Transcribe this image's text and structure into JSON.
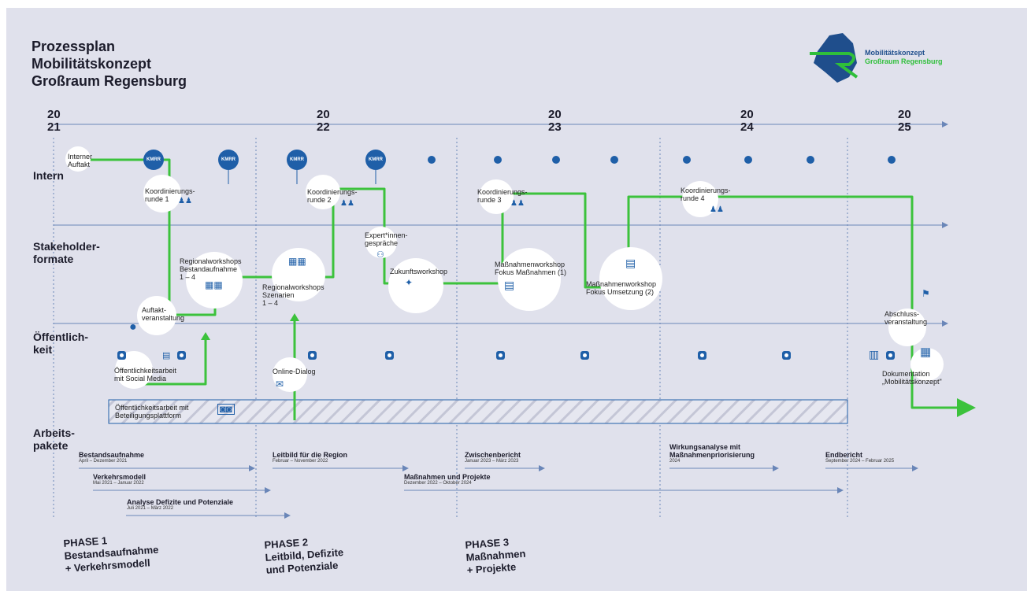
{
  "title": {
    "line1": "Prozessplan",
    "line2": "Mobilitätskonzept",
    "line3": "Großraum Regensburg"
  },
  "logo": {
    "line1": "Mobilitätskonzept",
    "line2": "Großraum Regensburg"
  },
  "years": [
    {
      "a": "20",
      "b": "21"
    },
    {
      "a": "20",
      "b": "22"
    },
    {
      "a": "20",
      "b": "23"
    },
    {
      "a": "20",
      "b": "24"
    },
    {
      "a": "20",
      "b": "25"
    }
  ],
  "lanes": {
    "intern": "Intern",
    "stakeholder1": "Stakeholder-",
    "stakeholder2": "formate",
    "oeffentlich1": "Öffentlich-",
    "oeffentlich2": "keit",
    "arbeit1": "Arbeits-",
    "arbeit2": "pakete"
  },
  "kmrr_label": "KMRR",
  "events": {
    "interner_auftakt_1": "Interner",
    "interner_auftakt_2": "Auftakt",
    "koord1_a": "Koordinierungs-",
    "koord1_b": "runde 1",
    "koord2_a": "Koordinierungs-",
    "koord2_b": "runde 2",
    "koord3_a": "Koordinierungs-",
    "koord3_b": "runde 3",
    "koord4_a": "Koordinierungs-",
    "koord4_b": "runde 4",
    "expert_a": "Expert*innen-",
    "expert_b": "gespräche",
    "zukunft": "Zukunftsworkshop",
    "regio1_a": "Regionalworkshops",
    "regio1_b": "Bestandaufnahme",
    "regio1_c": "1 – 4",
    "regio2_a": "Regionalworkshops",
    "regio2_b": "Szenarien",
    "regio2_c": "1 – 4",
    "mw1_a": "Maßnahmenworkshop",
    "mw1_b": "Fokus Maßnahmen (1)",
    "mw2_a": "Maßnahmenworkshop",
    "mw2_b": "Fokus Umsetzung (2)",
    "auftakt_a": "Auftakt-",
    "auftakt_b": "veranstaltung",
    "abschluss_a": "Abschluss-",
    "abschluss_b": "veranstaltung",
    "social_a": "Öffentlichkeitsarbeit",
    "social_b": "mit Social Media",
    "online": "Online-Dialog",
    "doku_a": "Dokumentation",
    "doku_b": "„Mobilitätskonzept\"",
    "plattform_a": "Öffentlichkeitsarbeit mit",
    "plattform_b": "Beteiligungsplattform"
  },
  "work_packages": [
    {
      "title": "Bestandsaufnahme",
      "date": "April – Dezember 2021"
    },
    {
      "title": "Verkehrsmodell",
      "date": "Mai 2021 – Januar 2022"
    },
    {
      "title": "Analyse Defizite und Potenziale",
      "date": "Juli 2021 – März 2022"
    },
    {
      "title": "Leitbild für die Region",
      "date": "Februar – November 2022"
    },
    {
      "title": "Zwischenbericht",
      "date": "Januar 2023 – März 2023"
    },
    {
      "title": "Maßnahmen und Projekte",
      "date": "Dezember 2022 – Oktober 2024"
    },
    {
      "title": "Wirkungsanalyse mit",
      "title2": "Maßnahmenpriorisierung",
      "date": "2024"
    },
    {
      "title": "Endbericht",
      "date": "September 2024 – Februar 2025"
    }
  ],
  "phases": [
    {
      "l1": "PHASE 1",
      "l2": "Bestandsaufnahme",
      "l3": "+ Verkehrsmodell"
    },
    {
      "l1": "PHASE 2",
      "l2": "Leitbild, Defizite",
      "l3": "und Potenziale"
    },
    {
      "l1": "PHASE 3",
      "l2": "Maßnahmen",
      "l3": "+ Projekte"
    }
  ],
  "colors": {
    "green": "#3cc23c",
    "blue": "#1f5fa8",
    "line": "#6a86b8",
    "bg": "#e0e1ec"
  }
}
